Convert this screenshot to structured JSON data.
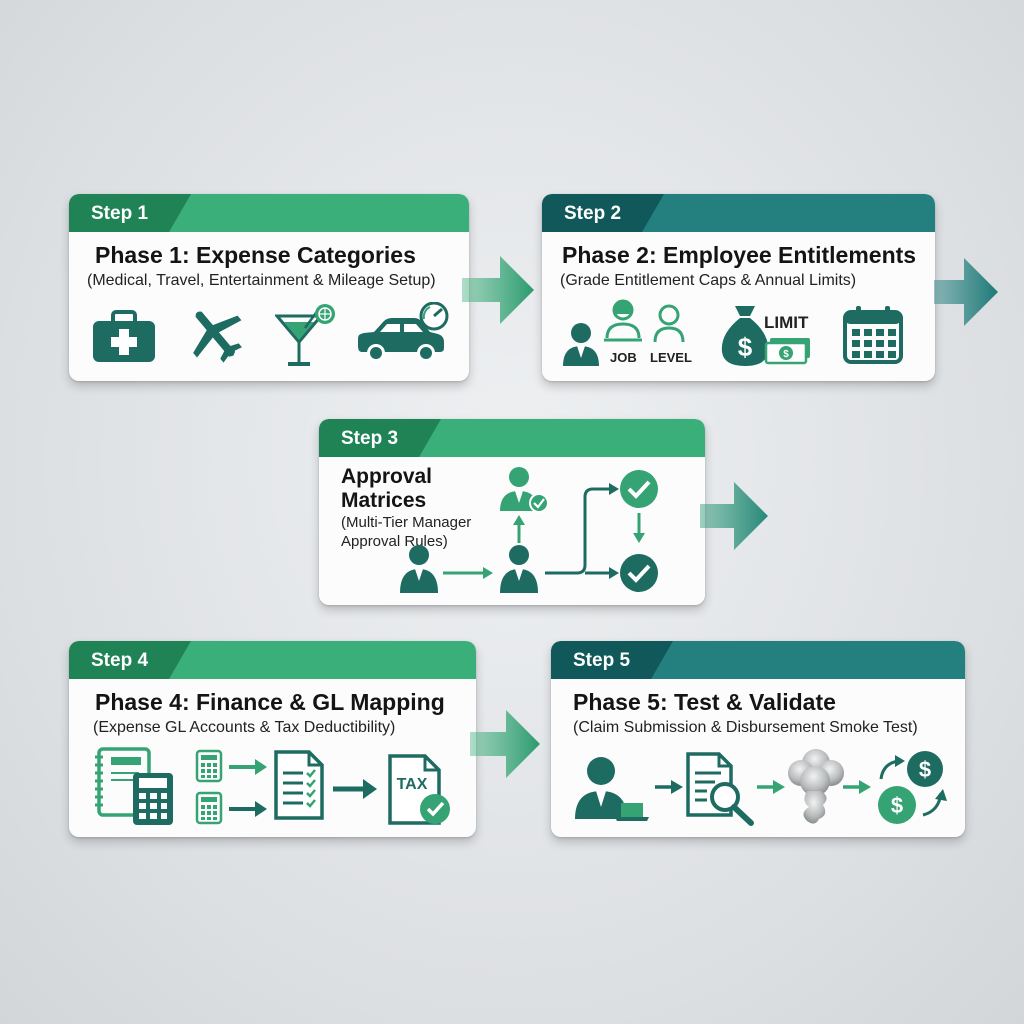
{
  "colors": {
    "green": "#3aaf79",
    "dark_green": "#1f8356",
    "teal": "#23807e",
    "dark_teal": "#10585a",
    "icon": "#1e6b62"
  },
  "steps": [
    {
      "step": "Step 1",
      "title": "Phase 1: Expense Categories",
      "subtitle": "(Medical, Travel, Entertainment & Mileage Setup)",
      "icons": [
        "medical-kit-icon",
        "airplane-icon",
        "cocktail-icon",
        "car-speedometer-icon"
      ]
    },
    {
      "step": "Step 2",
      "title": "Phase 2: Employee Entitlements",
      "subtitle": "(Grade Entitlement Caps & Annual Limits)",
      "labels": {
        "job": "JOB",
        "level": "LEVEL",
        "limit": "LIMIT"
      },
      "icons": [
        "employee-icon",
        "job-person-icon",
        "level-person-icon",
        "money-bag-icon",
        "cash-icon",
        "calendar-icon"
      ]
    },
    {
      "step": "Step 3",
      "title_line1": "Approval",
      "title_line2": "Matrices",
      "subtitle_line1": "(Multi-Tier Manager",
      "subtitle_line2": "Approval Rules)",
      "icons": [
        "requester-icon",
        "manager-icon",
        "senior-manager-icon",
        "check-icon"
      ]
    },
    {
      "step": "Step 4",
      "title": "Phase 4: Finance & GL Mapping",
      "subtitle": "(Expense GL Accounts & Tax Deductibility)",
      "labels": {
        "tax": "TAX"
      },
      "icons": [
        "ledger-book-icon",
        "calculator-icon",
        "checklist-document-icon",
        "tax-document-icon"
      ]
    },
    {
      "step": "Step 5",
      "title": "Phase 5: Test & Validate",
      "subtitle": "(Claim Submission & Disbursement Smoke Test)",
      "icons": [
        "user-laptop-icon",
        "document-search-icon",
        "smoke-icon",
        "money-exchange-icon"
      ]
    }
  ]
}
